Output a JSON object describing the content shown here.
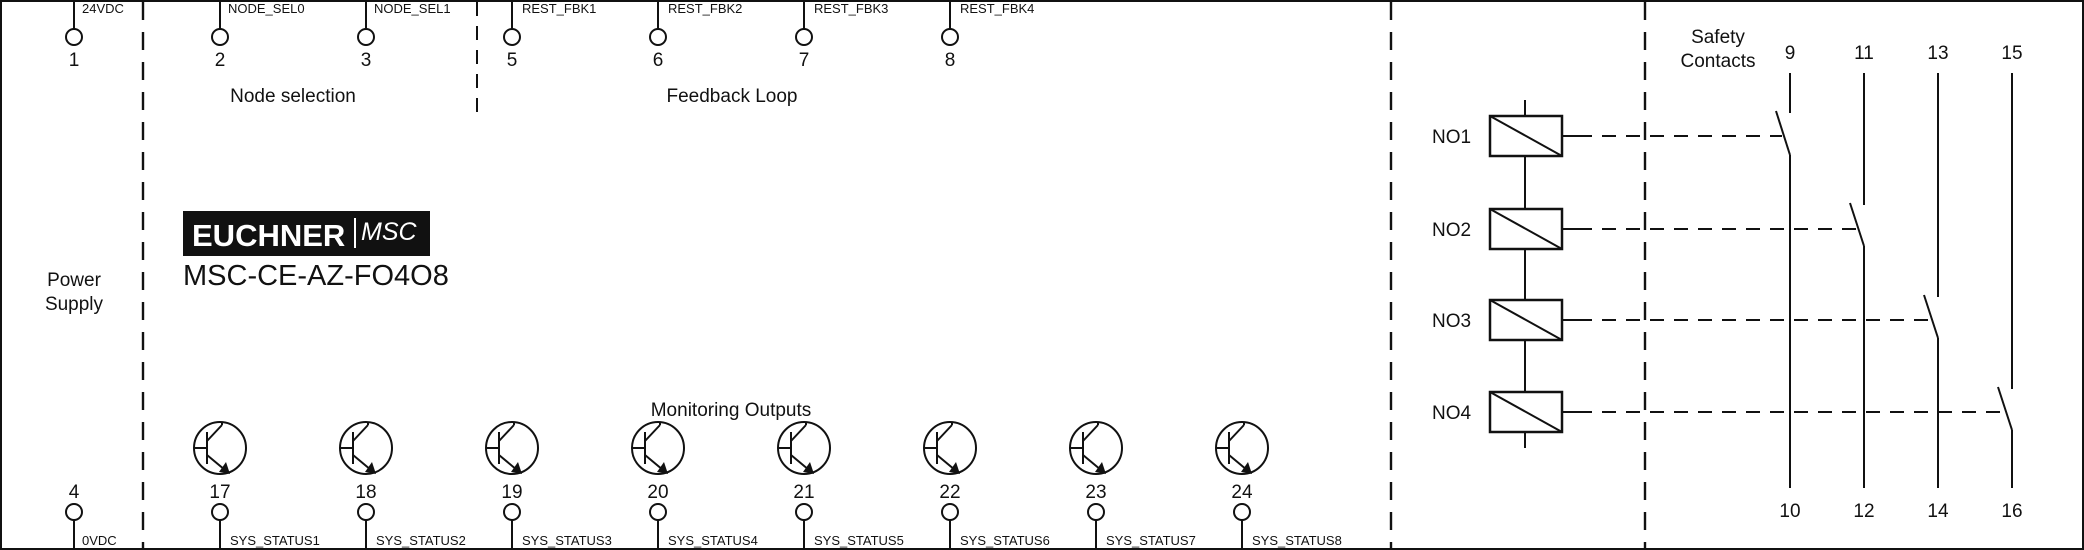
{
  "power": {
    "title_line1": "Power",
    "title_line2": "Supply",
    "top_terminal": {
      "number": "1",
      "signal": "24VDC"
    },
    "bottom_terminal": {
      "number": "4",
      "signal": "0VDC"
    }
  },
  "node_selection": {
    "title": "Node selection",
    "terminals": [
      {
        "number": "2",
        "signal": "NODE_SEL0"
      },
      {
        "number": "3",
        "signal": "NODE_SEL1"
      }
    ]
  },
  "feedback_loop": {
    "title": "Feedback Loop",
    "terminals": [
      {
        "number": "5",
        "signal": "REST_FBK1"
      },
      {
        "number": "6",
        "signal": "REST_FBK2"
      },
      {
        "number": "7",
        "signal": "REST_FBK3"
      },
      {
        "number": "8",
        "signal": "REST_FBK4"
      }
    ]
  },
  "brand": {
    "logo_text": "EUCHNER",
    "logo_sub": "MSC",
    "model": "MSC-CE-AZ-FO4O8"
  },
  "monitoring": {
    "title": "Monitoring Outputs",
    "terminals": [
      {
        "number": "17",
        "signal": "SYS_STATUS1"
      },
      {
        "number": "18",
        "signal": "SYS_STATUS2"
      },
      {
        "number": "19",
        "signal": "SYS_STATUS3"
      },
      {
        "number": "20",
        "signal": "SYS_STATUS4"
      },
      {
        "number": "21",
        "signal": "SYS_STATUS5"
      },
      {
        "number": "22",
        "signal": "SYS_STATUS6"
      },
      {
        "number": "23",
        "signal": "SYS_STATUS7"
      },
      {
        "number": "24",
        "signal": "SYS_STATUS8"
      }
    ]
  },
  "relays": [
    {
      "label": "NO1"
    },
    {
      "label": "NO2"
    },
    {
      "label": "NO3"
    },
    {
      "label": "NO4"
    }
  ],
  "safety_contacts": {
    "title_line1": "Safety",
    "title_line2": "Contacts",
    "contacts": [
      {
        "top": "9",
        "bottom": "10"
      },
      {
        "top": "11",
        "bottom": "12"
      },
      {
        "top": "13",
        "bottom": "14"
      },
      {
        "top": "15",
        "bottom": "16"
      }
    ]
  }
}
